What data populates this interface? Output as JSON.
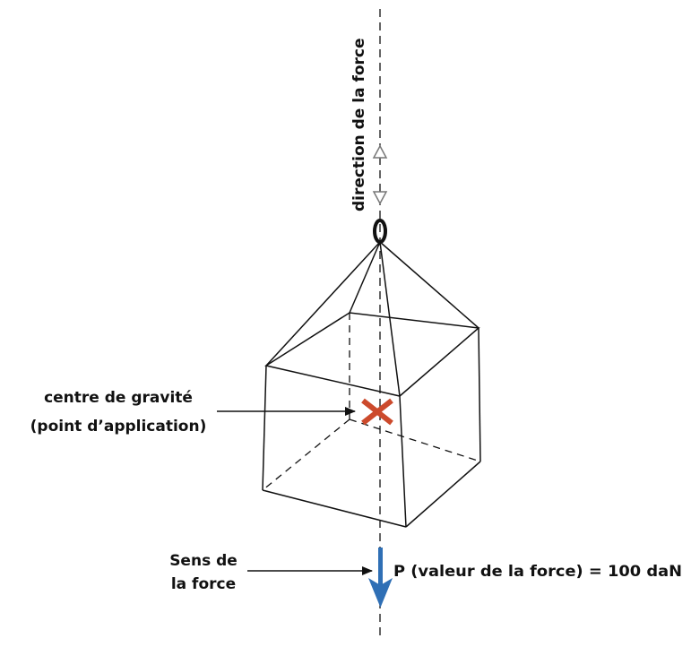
{
  "labels": {
    "direction": "direction de la force",
    "gravity_line1": "centre de gravité",
    "gravity_line2": "(point d’application)",
    "sens_line1": "Sens de",
    "sens_line2": "la force",
    "value": "P (valeur de la force) = 100 daN"
  },
  "colors": {
    "line": "#111111",
    "center_marker": "#cc4a2c",
    "force_arrow": "#2f6fb5",
    "direction_arrows": "#777777"
  }
}
